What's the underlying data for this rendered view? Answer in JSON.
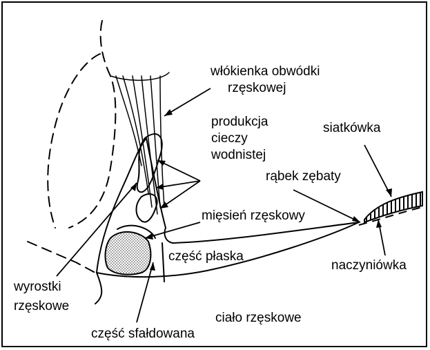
{
  "labels": {
    "fibers": [
      "włókienka obwódki",
      "rzęskowej"
    ],
    "aqueous": [
      "produkcja",
      "cieczy",
      "wodnistej"
    ],
    "retina": "siatkówka",
    "ora": "rąbek zębaty",
    "muscle": "mięsień rzęskowy",
    "flat": "część płaska",
    "choroid": "naczyniówka",
    "processes": [
      "wyrostki",
      "rzęskowe"
    ],
    "body": "ciało rzęskowe",
    "folded": "część sfałdowana"
  },
  "colors": {
    "ink": "#000000",
    "background": "#ffffff",
    "stipple": "#888888"
  }
}
